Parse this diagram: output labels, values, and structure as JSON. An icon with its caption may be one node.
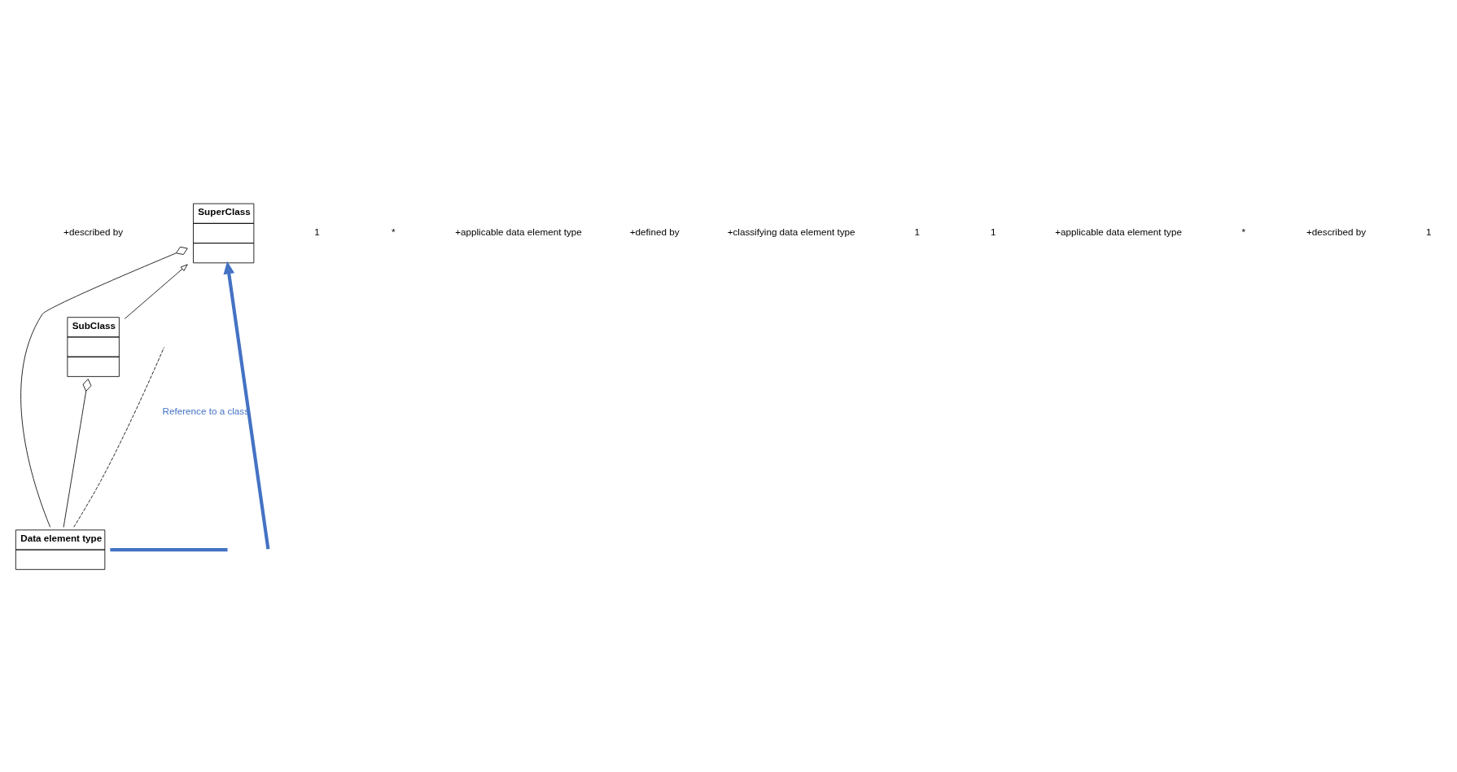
{
  "diagram": {
    "nodes": [
      {
        "text": [
          "SuperClass"
        ]
      },
      {
        "text": [
          "SubClass"
        ]
      },
      {
        "text": [
          "Data element type"
        ]
      }
    ],
    "edges": [
      {
        "from": null,
        "to": 0,
        "arrow": "to",
        "label": "Reference to a class",
        "style": "thick",
        "color": "#4472c4"
      },
      {
        "from": 0,
        "to": 2,
        "arrow": "other"
      },
      {
        "from": 1,
        "to": 0,
        "arrow": "to"
      },
      {
        "from": 2,
        "to": null,
        "arrow": "none",
        "style": "dashed"
      },
      {
        "from": 1,
        "to": 2,
        "arrow": "other"
      },
      {
        "from": 2,
        "to": null,
        "arrow": "none",
        "style": "thick",
        "color": "#4472c4"
      }
    ],
    "labels": [
      "+described by",
      "1",
      "*",
      "+applicable data element type",
      "+defined by",
      "+classifying data element type",
      "1",
      "1",
      "+applicable data element type",
      "*",
      "+described by",
      "1"
    ]
  }
}
